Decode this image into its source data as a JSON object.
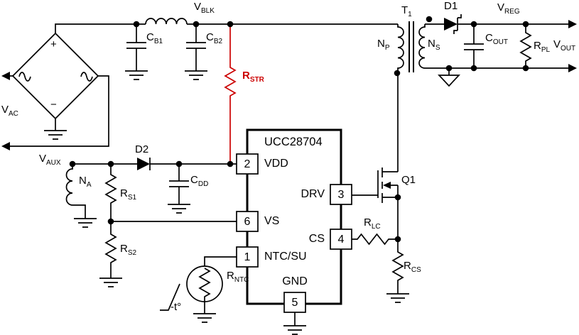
{
  "colors": {
    "wire": "#000000",
    "highlight_red": "#cc0000",
    "background": "#ffffff"
  },
  "labels": {
    "vac": {
      "main": "V",
      "sub": "AC"
    },
    "vblk": {
      "main": "V",
      "sub": "BLK"
    },
    "vaux": {
      "main": "V",
      "sub": "AUX"
    },
    "vreg": {
      "main": "V",
      "sub": "REG"
    },
    "vout": {
      "main": "V",
      "sub": "OUT"
    },
    "cb1": {
      "main": "C",
      "sub": "B1"
    },
    "cb2": {
      "main": "C",
      "sub": "B2"
    },
    "cdd": {
      "main": "C",
      "sub": "DD"
    },
    "cout": {
      "main": "C",
      "sub": "OUT"
    },
    "rstr": {
      "main": "R",
      "sub": "STR"
    },
    "rs1": {
      "main": "R",
      "sub": "S1"
    },
    "rs2": {
      "main": "R",
      "sub": "S2"
    },
    "rntc": {
      "main": "R",
      "sub": "NTC"
    },
    "rlc": {
      "main": "R",
      "sub": "LC"
    },
    "rcs": {
      "main": "R",
      "sub": "CS"
    },
    "rpl": {
      "main": "R",
      "sub": "PL"
    },
    "np": {
      "main": "N",
      "sub": "P"
    },
    "ns": {
      "main": "N",
      "sub": "S"
    },
    "na": {
      "main": "N",
      "sub": "A"
    },
    "t1": {
      "main": "T",
      "sub": "1"
    },
    "d1": "D1",
    "d2": "D2",
    "q1": "Q1",
    "ntc_temp_symbol": "-t°",
    "bridge_plus": "+",
    "bridge_minus": "−"
  },
  "ic": {
    "name": "UCC28704",
    "pins": [
      {
        "number": "2",
        "label": "VDD",
        "side": "left"
      },
      {
        "number": "6",
        "label": "VS",
        "side": "left"
      },
      {
        "number": "1",
        "label": "NTC/SU",
        "side": "left"
      },
      {
        "number": "3",
        "label": "DRV",
        "side": "right"
      },
      {
        "number": "4",
        "label": "CS",
        "side": "right"
      },
      {
        "number": "5",
        "label": "GND",
        "side": "bottom"
      }
    ]
  }
}
